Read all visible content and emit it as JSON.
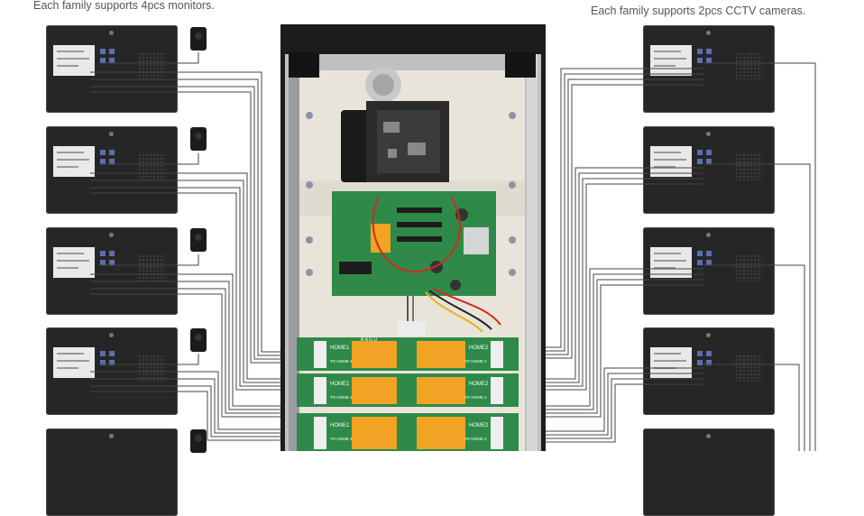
{
  "captions": {
    "left": "Each family supports 4pcs monitors.",
    "right": "Each family supports 2pcs CCTV cameras."
  },
  "board_labels": {
    "home1": "HOME1",
    "home2": "HOME2",
    "to_home1": "TO HOME 1",
    "to_home2": "TO HOME 2",
    "brand": "R A G U"
  },
  "colors": {
    "panel_frame": "#1c1c1c",
    "panel_inner": "#e8e4da",
    "pcb_green": "#2f8a4a",
    "relay_orange": "#f2a323",
    "wire": "#444444"
  }
}
